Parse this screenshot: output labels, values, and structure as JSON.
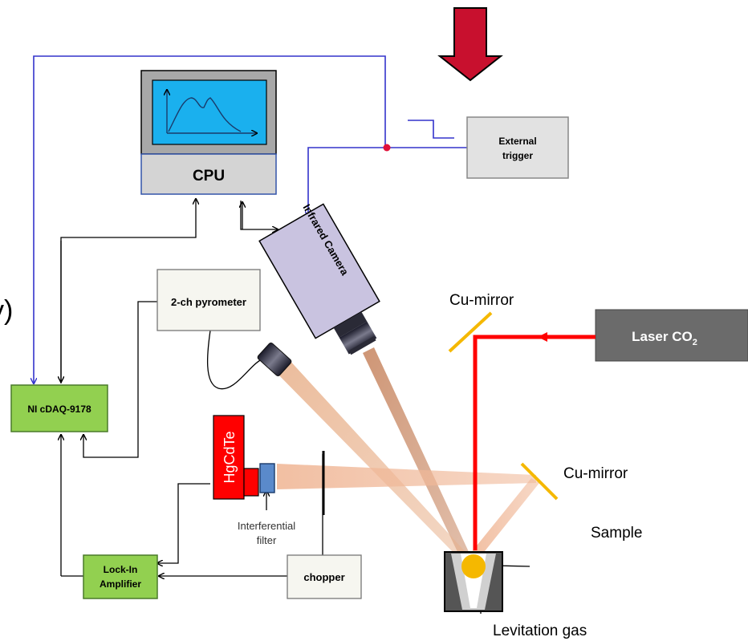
{
  "diagram": {
    "cpu_label": "CPU",
    "external_trigger_label": "External trigger",
    "infrared_camera_label": "Infrared Camera",
    "pyrometer_label": "2-ch pyrometer",
    "cu_mirror_top_label": "Cu-mirror",
    "cu_mirror_right_label": "Cu-mirror",
    "laser_label": "Laser CO",
    "laser_subscript": "2",
    "daq_label": "NI cDAQ-9178",
    "detector_label": "HgCdTe",
    "filter_label_line1": "Interferential",
    "filter_label_line2": "filter",
    "lockin_label_line1": "Lock-In",
    "lockin_label_line2": "Amplifier",
    "chopper_label": "chopper",
    "sample_label": "Sample",
    "levitation_label": "Levitation gas",
    "edge_fragment": "y)"
  },
  "colors": {
    "laser_beam": "#ff0000",
    "signal_line": "#3333cc",
    "daq_fill": "#92d050",
    "camera_fill": "#c9c3e0",
    "screen_fill": "#1ab0ee",
    "sample_fill": "#f5b800",
    "mirror": "#f5b800",
    "arrow_red": "#c8102e"
  }
}
